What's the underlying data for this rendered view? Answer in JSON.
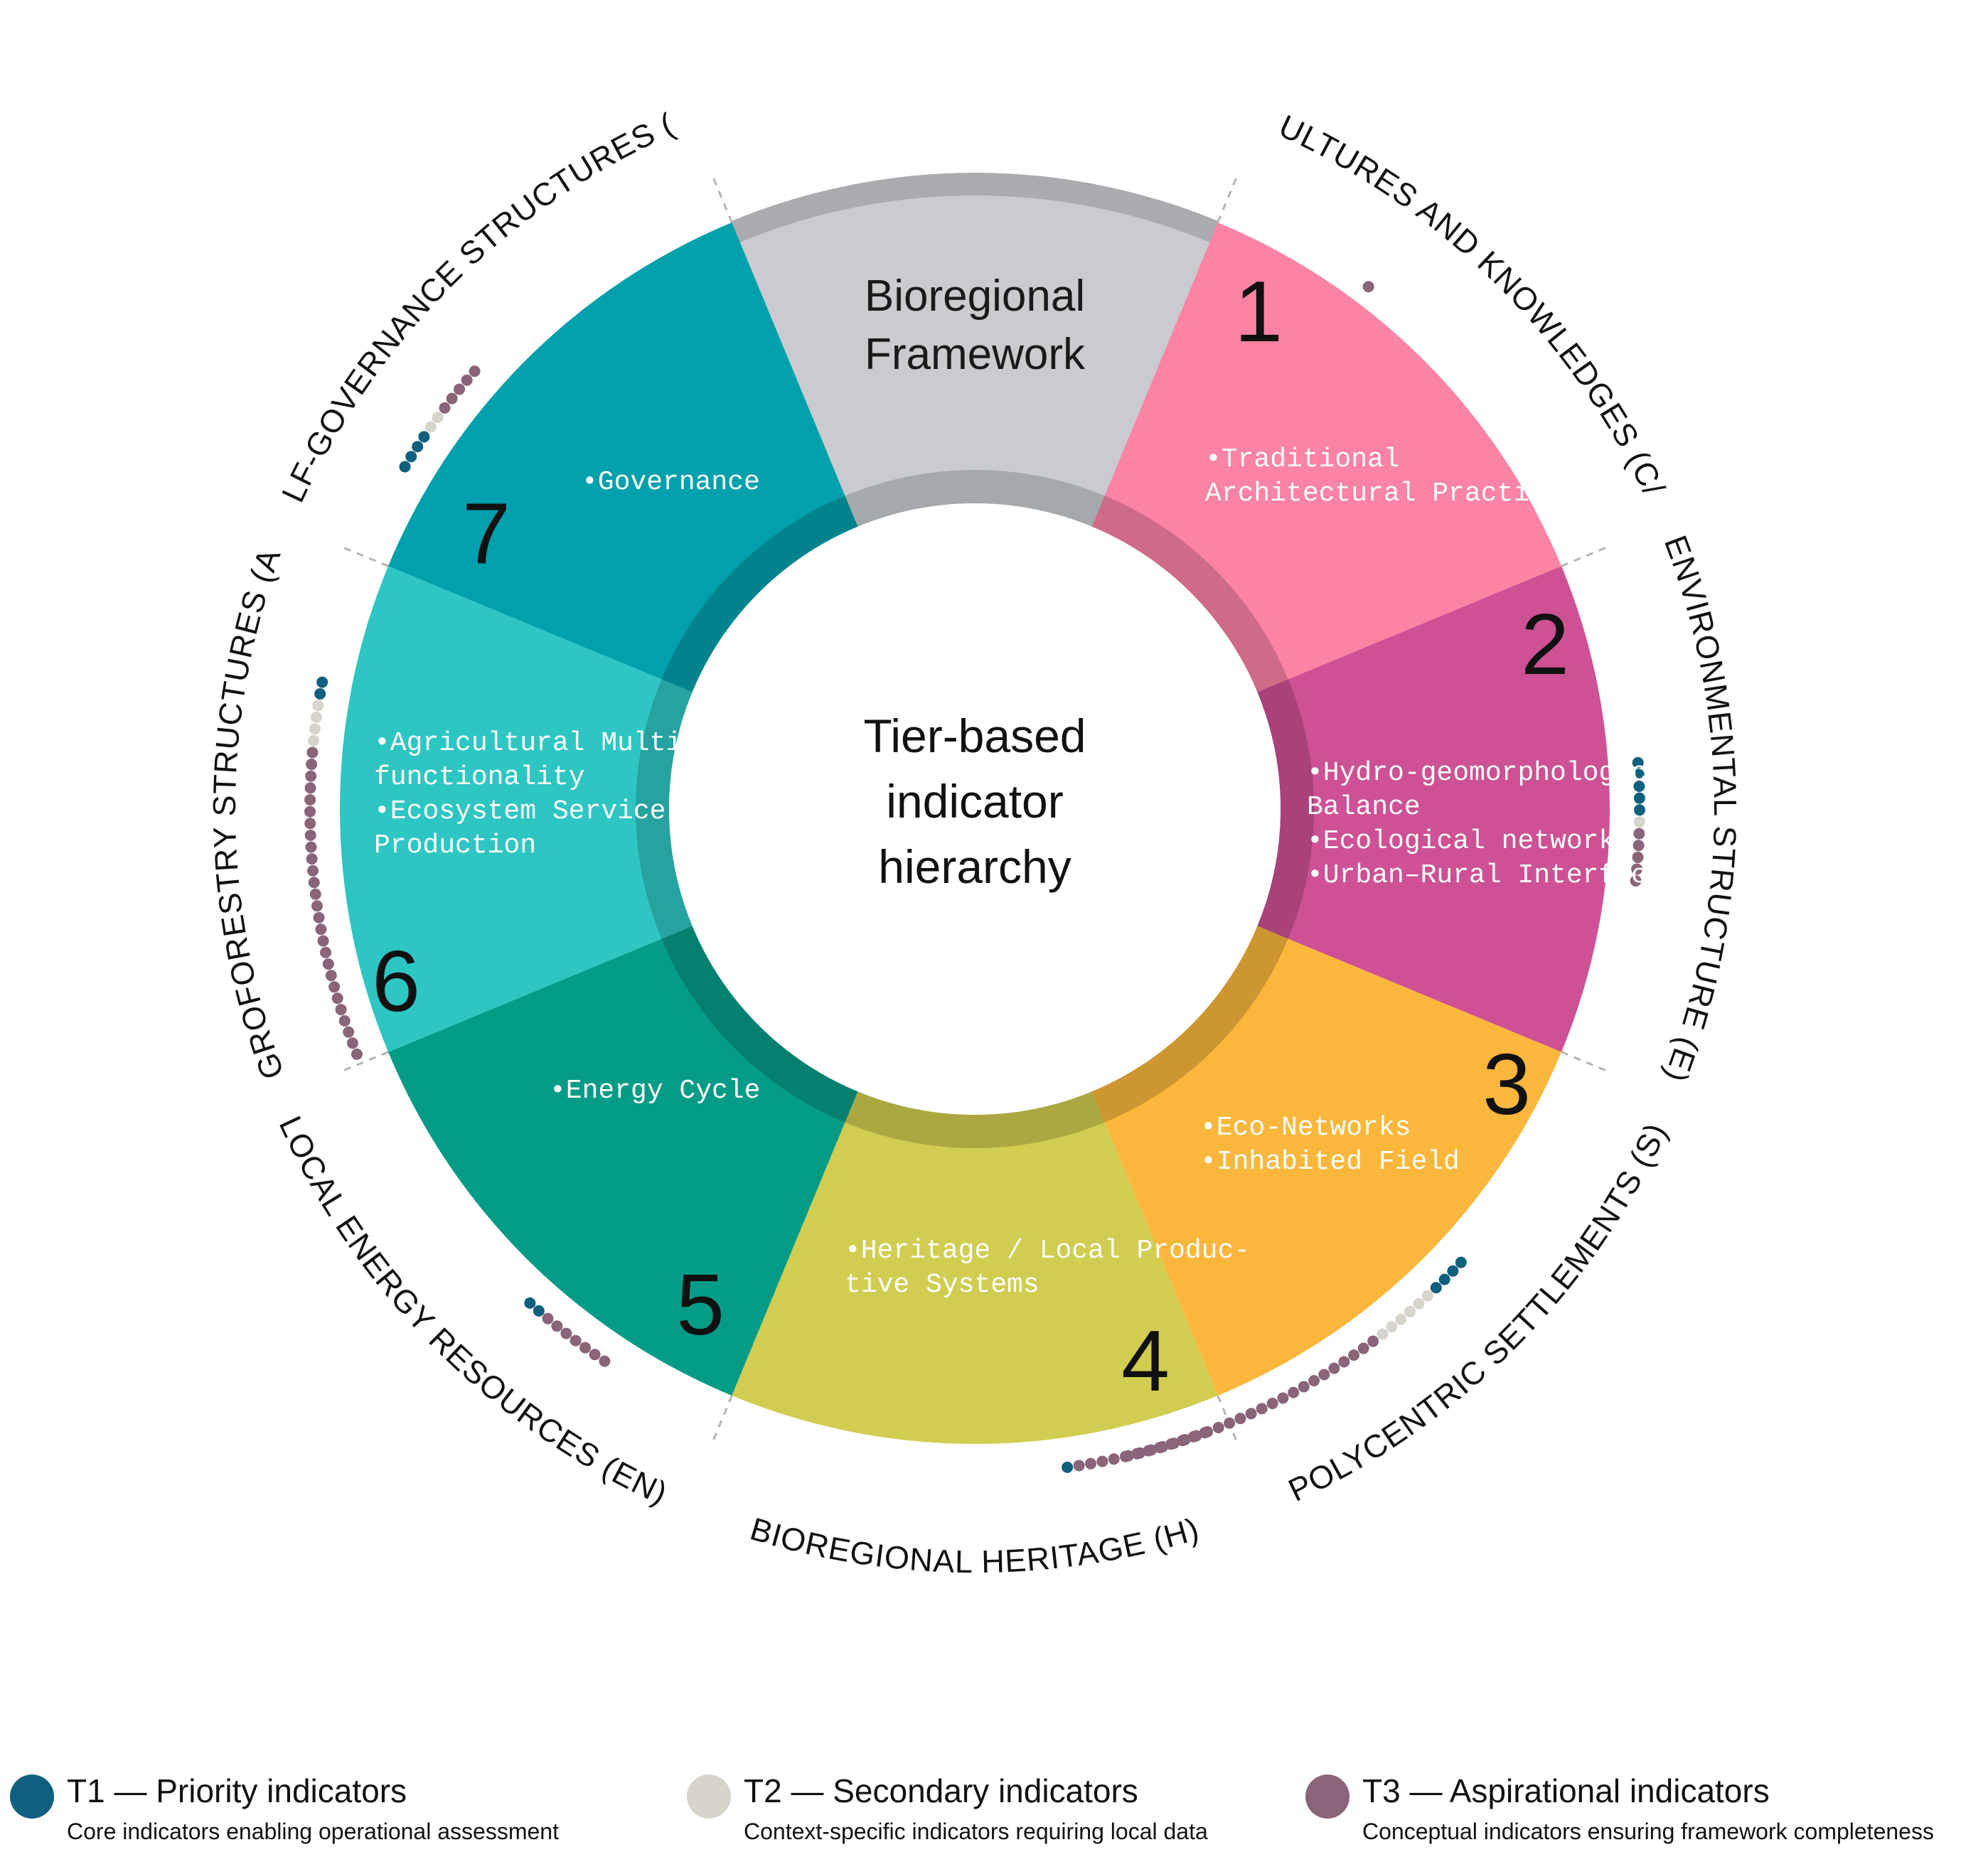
{
  "diagram": {
    "top_segment": {
      "title_lines": [
        "Bioregional",
        "Framework"
      ],
      "color": "#c9cbce"
    },
    "center_lines": [
      "Tier-based",
      "indicator",
      "hierarchy"
    ],
    "segments": [
      {
        "number": "1",
        "color": "#fb83a4",
        "bullets": [
          "•Traditional",
          "Architectural Practices"
        ]
      },
      {
        "number": "2",
        "color": "#cd5194",
        "bullets": [
          "•Hydro-geomorphological",
          "Balance",
          "•Ecological network",
          "•Urban–Rural Interface"
        ]
      },
      {
        "number": "3",
        "color": "#fbb73c",
        "bullets": [
          "•Eco-Networks",
          "•Inhabited Field"
        ]
      },
      {
        "number": "4",
        "color": "#d1cd51",
        "bullets": [
          "•Heritage / Local Produc-",
          "tive Systems"
        ]
      },
      {
        "number": "5",
        "color": "#059c87",
        "bullets": [
          "•Energy Cycle"
        ]
      },
      {
        "number": "6",
        "color": "#2ec6c3",
        "bullets": [
          "•Agricultural Multi-",
          "functionality",
          "•Ecosystem Service",
          "Production"
        ]
      },
      {
        "number": "7",
        "color": "#00a0ac",
        "bullets": [
          "•Governance"
        ]
      }
    ],
    "outer_labels": [
      "CULTURES AND KNOWLEDGES (C/K)",
      "ENVIRONMENTAL STRUCTURE (E)",
      "POLYCENTRIC SETTLEMENTS (S)",
      "BIOREGIONAL HERITAGE (H)",
      "LOCAL ENERGY RESOURCES (EN)",
      "AGROFORESTRY STRUCTURES (AF)",
      "SELF-GOVERNANCE STRUCTURES (G)"
    ],
    "tier_colors": {
      "t1": "#0f5f7e",
      "t2": "#d7d4cc",
      "t3": "#8a6479"
    },
    "dot_strings": [
      [
        "t3"
      ],
      [
        "t1",
        "t1",
        "t1",
        "t1",
        "t1",
        "t2",
        "t3",
        "t3",
        "t3",
        "t3",
        "t3"
      ],
      [
        "t1",
        "t1",
        "t1",
        "t1",
        "t2",
        "t2",
        "t2",
        "t2",
        "t2",
        "t2",
        "t3",
        "t3",
        "t3",
        "t3",
        "t3",
        "t3",
        "t3",
        "t3",
        "t3",
        "t3",
        "t3",
        "t3",
        "t3",
        "t3",
        "t3",
        "t3",
        "t3",
        "t3",
        "t3",
        "t3",
        "t3",
        "t3",
        "t3",
        "t3"
      ],
      [
        "t1",
        "t3",
        "t3",
        "t3",
        "t3",
        "t3",
        "t3",
        "t3",
        "t3",
        "t3",
        "t3",
        "t3",
        "t3"
      ],
      [
        "t1",
        "t1",
        "t3",
        "t3",
        "t3",
        "t3",
        "t3",
        "t3",
        "t3"
      ],
      [
        "t1",
        "t1",
        "t2",
        "t2",
        "t2",
        "t2",
        "t3",
        "t3",
        "t3",
        "t3",
        "t3",
        "t3",
        "t3",
        "t3",
        "t3",
        "t3",
        "t3",
        "t3",
        "t3",
        "t3",
        "t3",
        "t3",
        "t3",
        "t3",
        "t3",
        "t3",
        "t3",
        "t3",
        "t3",
        "t3",
        "t3",
        "t3",
        "t3"
      ],
      [
        "t1",
        "t1",
        "t1",
        "t1",
        "t2",
        "t2",
        "t3",
        "t3",
        "t3",
        "t3",
        "t3"
      ]
    ]
  },
  "legend": [
    {
      "title": "T1 — Priority indicators",
      "subtitle": "Core indicators enabling operational assessment",
      "color": "#0f5f7e"
    },
    {
      "title": "T2 — Secondary indicators",
      "subtitle": "Context-specific indicators requiring local data",
      "color": "#d7d4cc"
    },
    {
      "title": "T3 — Aspirational indicators",
      "subtitle": "Conceptual indicators ensuring framework completeness",
      "color": "#8a6479"
    }
  ]
}
